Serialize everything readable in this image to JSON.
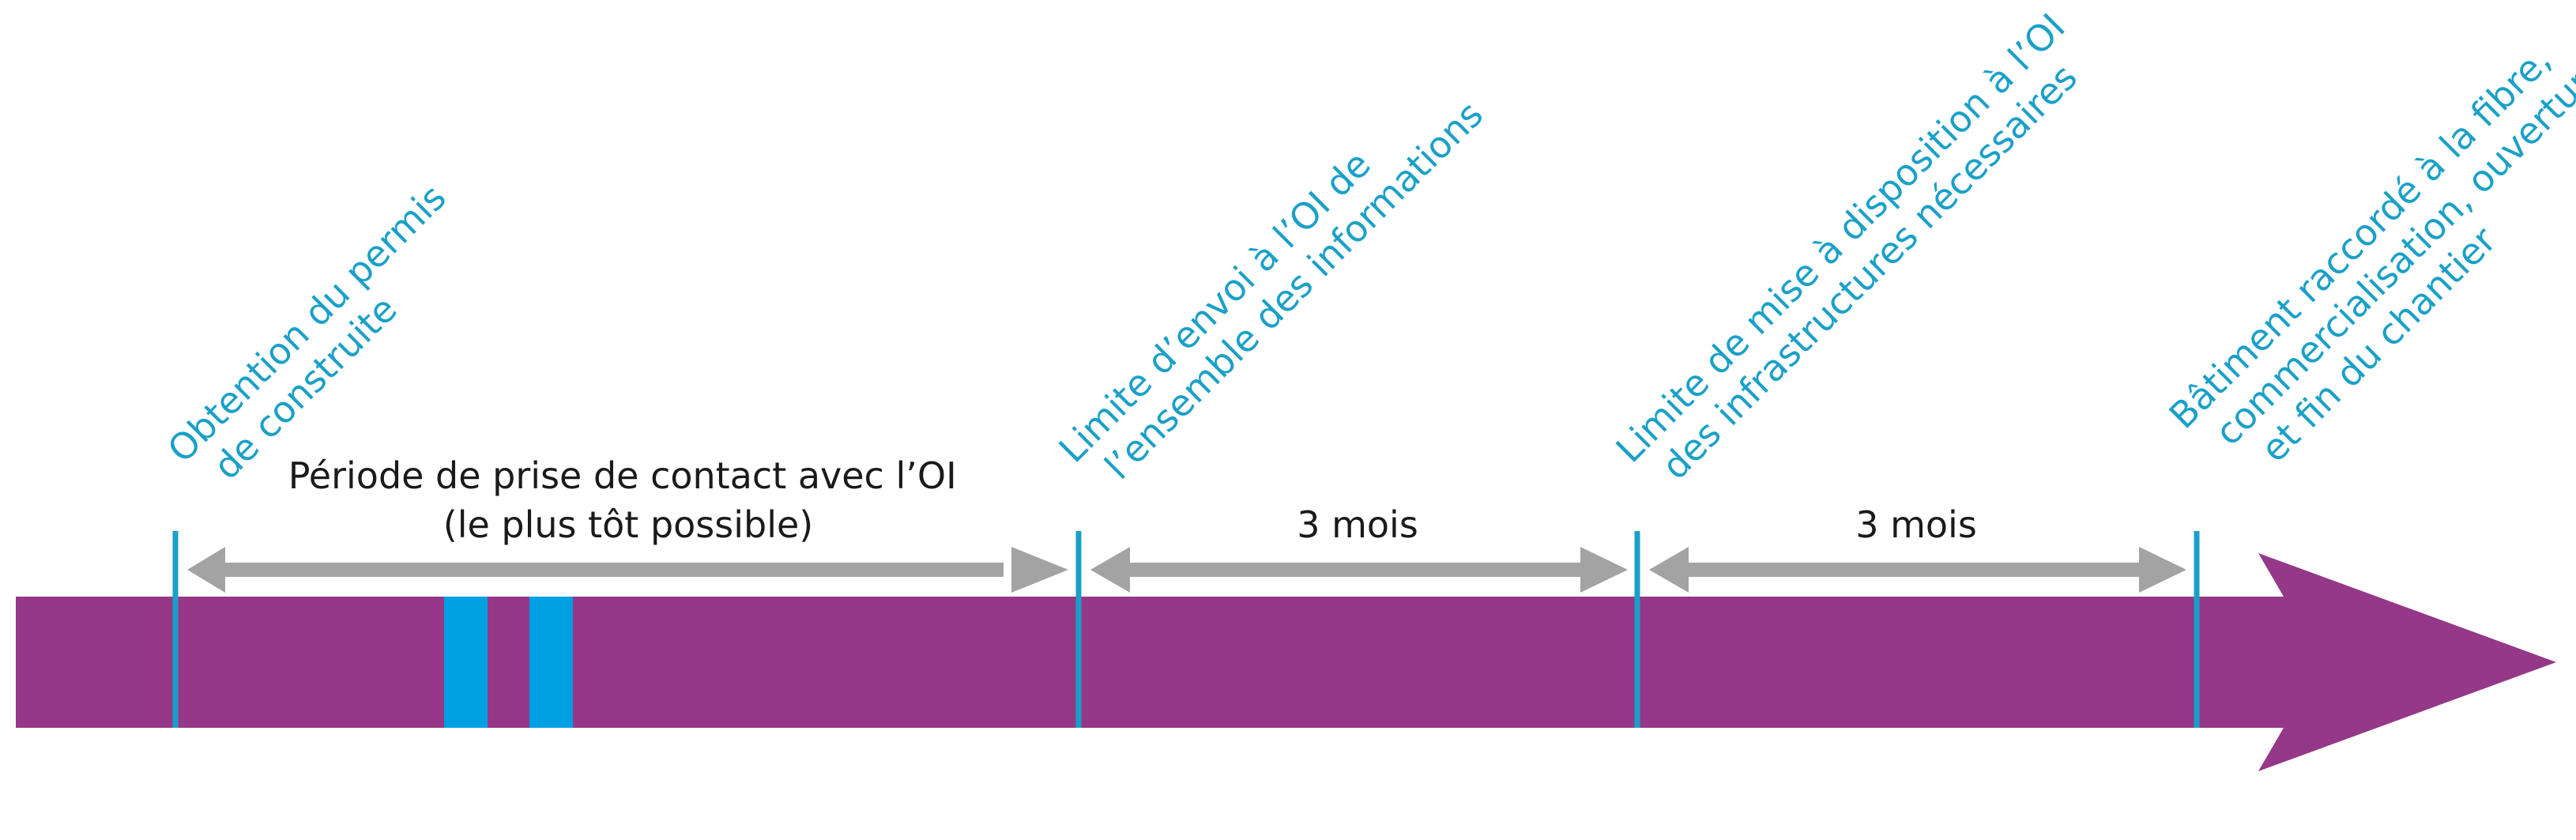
{
  "colors": {
    "timeline": "#943887",
    "milestone": "#1aa0c8",
    "span_arrow": "#a3a3a3",
    "marker": "#00a0e3",
    "period_text": "#1a1a1a"
  },
  "milestones": [
    {
      "lines": [
        "Obtention du permis",
        "de construite"
      ]
    },
    {
      "lines": [
        "Limite d’envoi à l’OI de",
        "l’ensemble des informations"
      ]
    },
    {
      "lines": [
        "Limite de mise à disposition à l’OI",
        "des infrastructures nécessaires"
      ]
    },
    {
      "lines": [
        "Bâtiment raccordé à la fibre,",
        "commercialisation, ouverture",
        "et fin du chantier"
      ]
    }
  ],
  "periods": [
    {
      "lines": [
        "Période de prise de contact avec l’OI",
        "(le plus tôt possible)"
      ]
    },
    {
      "lines": [
        "3 mois"
      ]
    },
    {
      "lines": [
        "3 mois"
      ]
    }
  ],
  "markers_count": 2
}
